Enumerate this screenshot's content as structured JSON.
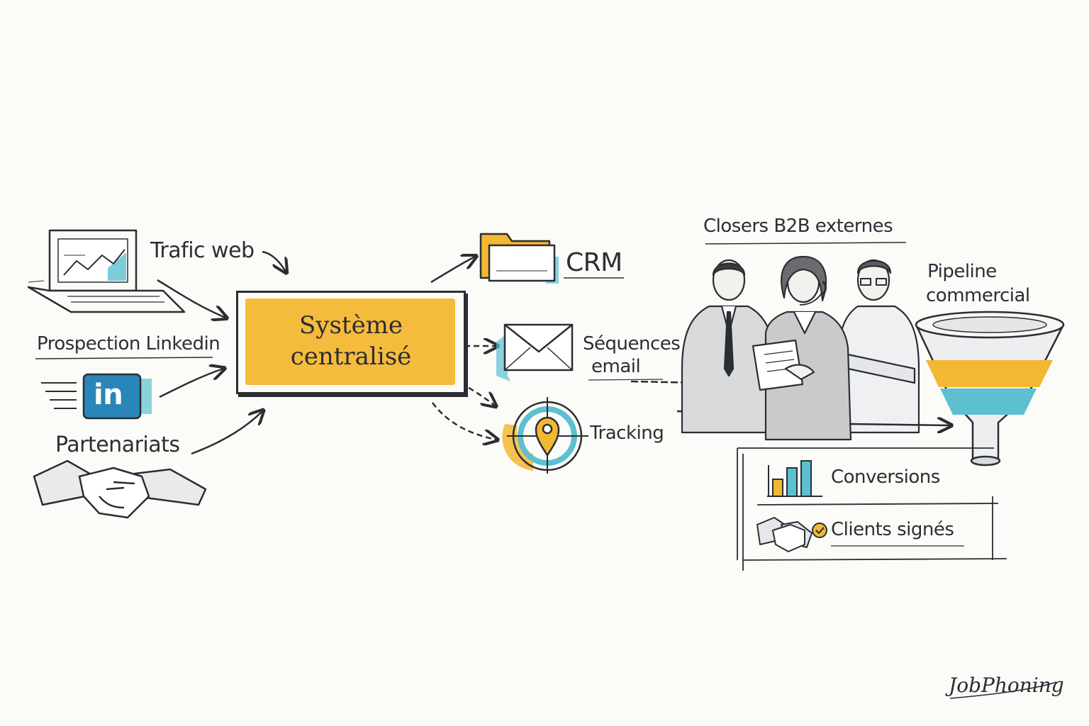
{
  "inputs": {
    "web": "Trafic web",
    "linkedin": "Prospection Linkedin",
    "linkedin_logo": "in",
    "partners": "Partenariats"
  },
  "central": {
    "line1": "Système",
    "line2": "centralisé"
  },
  "tools": {
    "crm": "CRM",
    "email_line1": "Séquences",
    "email_line2": "email",
    "tracking": "Tracking"
  },
  "closers": {
    "title": "Closers B2B externes"
  },
  "pipeline": {
    "line1": "Pipeline",
    "line2": "commercial"
  },
  "results": {
    "conversions": "Conversions",
    "clients": "Clients signés"
  },
  "brand": "JobPhoning",
  "colors": {
    "accent_yellow": "#f4b731",
    "accent_teal": "#5cc0d0",
    "linkedin_blue": "#2a86b8",
    "ink": "#2a2e33"
  }
}
